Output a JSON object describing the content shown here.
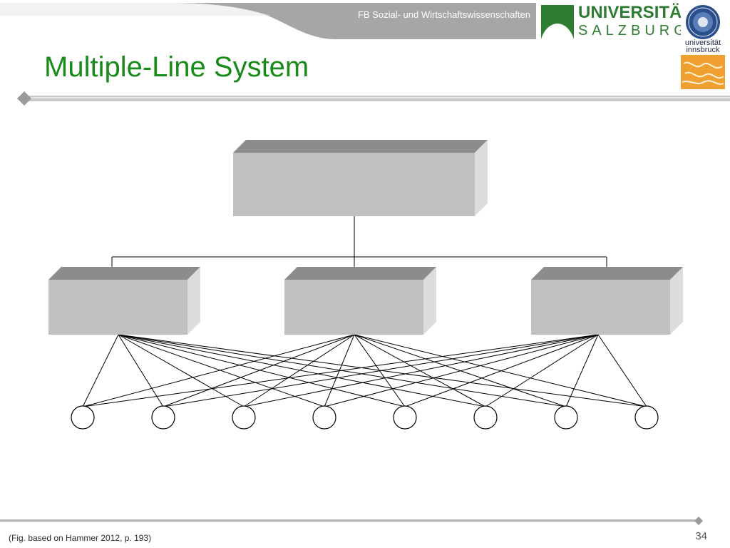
{
  "header": {
    "department": "FB Sozial- und Wirtschaftswissenschaften"
  },
  "logos": {
    "salzburg_line1": "UNIVERSITÄT",
    "salzburg_line2": "SALZBURG",
    "innsbruck_line1": "universität",
    "innsbruck_line2": "innsbruck"
  },
  "slide": {
    "title": "Multiple-Line System",
    "footnote": "(Fig. based on Hammer 2012, p. 193)",
    "page_number": "34"
  },
  "diagram": {
    "type": "organization-chart",
    "structure": "one top unit, three line units, eight workers; every line unit connects to every worker",
    "top_unit_count": 1,
    "line_unit_count": 3,
    "worker_count": 8
  },
  "colors": {
    "title_green": "#1a8a1a",
    "header_gray": "#a6a6a6",
    "box_front": "#c0c0c0",
    "box_top": "#8c8c8c",
    "box_side": "#dcdcdc",
    "salzburg_green": "#2e7d32",
    "innsbruck_orange": "#f0a030"
  }
}
